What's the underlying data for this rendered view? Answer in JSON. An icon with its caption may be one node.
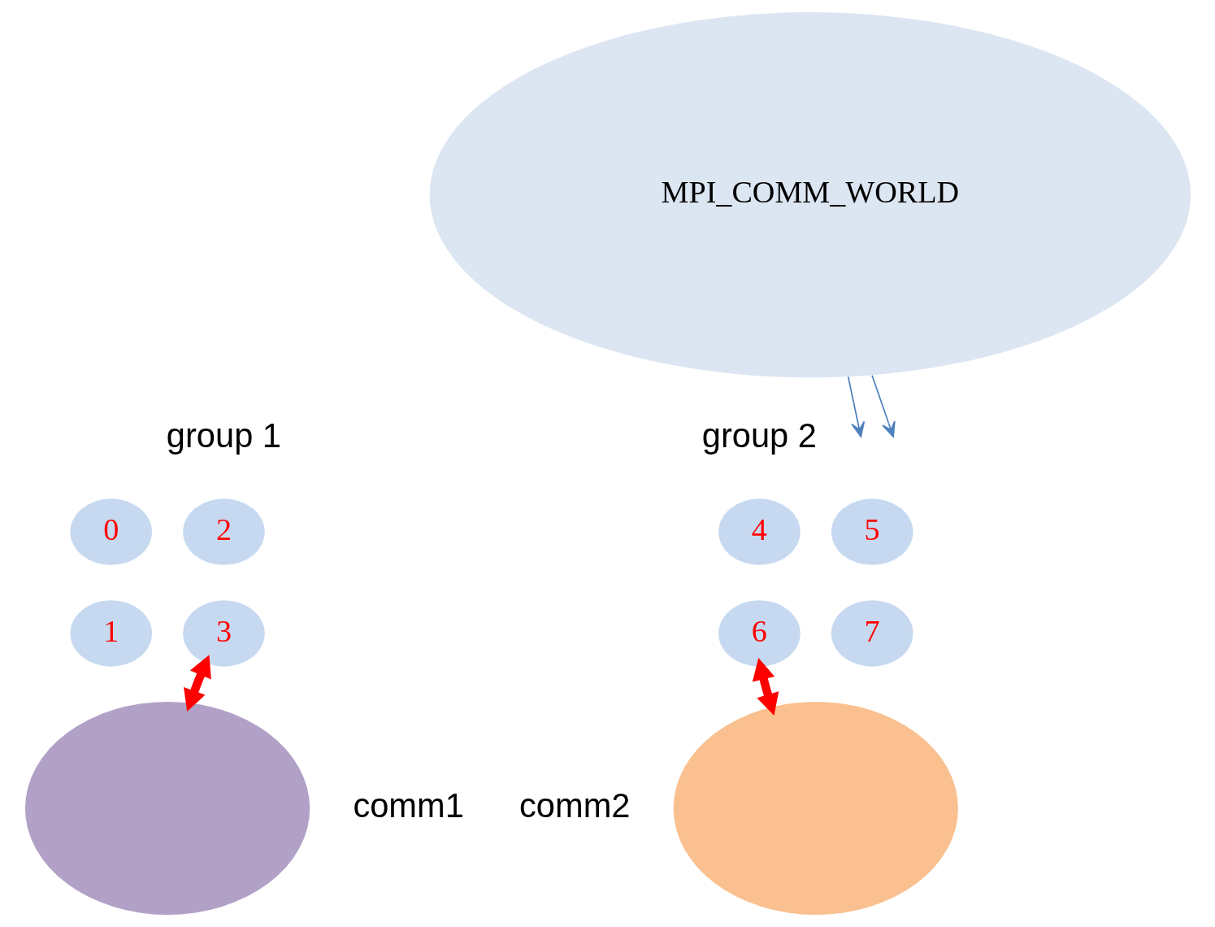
{
  "diagram": {
    "nodes": [
      {
        "text": [
          "MPI_COMM_WORLD"
        ]
      },
      {
        "text": [
          "0"
        ]
      },
      {
        "text": [
          "2"
        ]
      },
      {
        "text": [
          "1"
        ]
      },
      {
        "text": [
          "3"
        ]
      },
      {
        "text": [
          "4"
        ]
      },
      {
        "text": [
          "5"
        ]
      },
      {
        "text": [
          "6"
        ]
      },
      {
        "text": [
          "7"
        ]
      },
      {
        "text": [],
        "shape": "ellipse",
        "beside": [
          "comm1"
        ]
      },
      {
        "text": [],
        "shape": "ellipse",
        "beside": [
          "comm2"
        ]
      }
    ],
    "edges": [
      {
        "from": 0,
        "to": null,
        "arrow": "to"
      },
      {
        "from": 0,
        "to": null,
        "arrow": "to"
      },
      {
        "from": 4,
        "to": 9,
        "arrow": "both",
        "style": "thick",
        "color": "#ff0000"
      },
      {
        "from": 7,
        "to": 10,
        "arrow": "both",
        "style": "thick",
        "color": "#ff0000"
      }
    ],
    "labels": [
      "group 1",
      "group 2"
    ]
  }
}
